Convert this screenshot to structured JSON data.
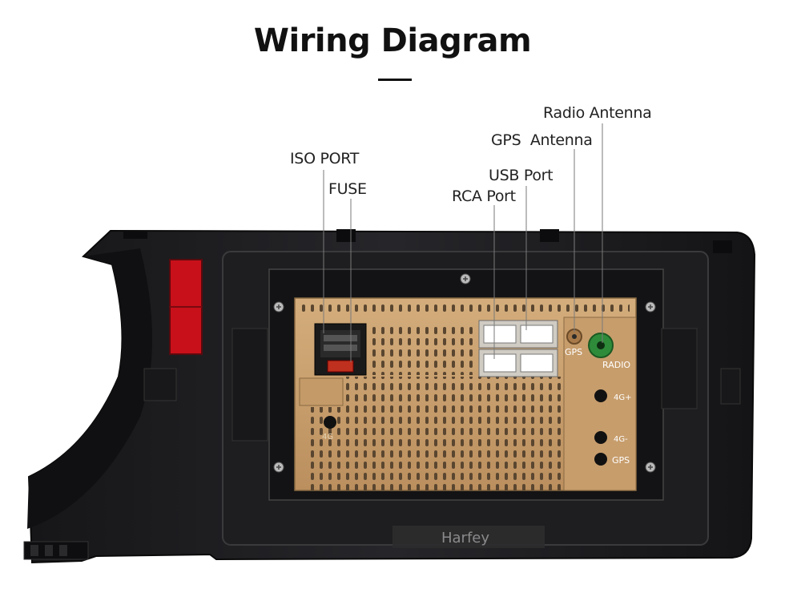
{
  "title": "Wiring Diagram",
  "labels": {
    "radio_antenna": "Radio Antenna",
    "gps_antenna": "GPS  Antenna",
    "iso_port": "ISO PORT",
    "fuse": "FUSE",
    "usb_port": "USB Port",
    "rca_port": "RCA Port"
  },
  "unit_markings": {
    "gps": "GPS",
    "radio": "RADIO",
    "four_g_plus": "4G+",
    "four_g_minus": "4G-",
    "gps_lower": "GPS",
    "four_g_left": "4G"
  },
  "watermark": "Harfey",
  "colors": {
    "frame": "#1c1c1e",
    "chassis": "#c9a070",
    "red_tab": "#c8101a",
    "radio_connector": "#2e8b3a"
  }
}
